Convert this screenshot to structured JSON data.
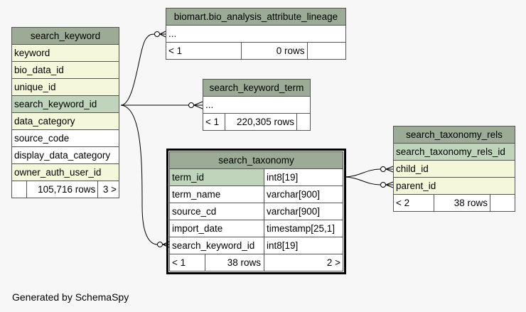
{
  "search_keyword": {
    "title": "search_keyword",
    "columns": [
      "keyword",
      "bio_data_id",
      "unique_id",
      "search_keyword_id",
      "data_category",
      "source_code",
      "display_data_category",
      "owner_auth_user_id"
    ],
    "footer": {
      "left": "",
      "rows": "105,716 rows",
      "right": "3 >"
    }
  },
  "lineage": {
    "title": "biomart.bio_analysis_attribute_lineage",
    "columns": [
      "..."
    ],
    "footer": {
      "left": "< 1",
      "rows": "0 rows",
      "right": ""
    }
  },
  "keyword_term": {
    "title": "search_keyword_term",
    "columns": [
      "..."
    ],
    "footer": {
      "left": "< 1",
      "rows": "220,305 rows",
      "right": ""
    }
  },
  "taxonomy_rels": {
    "title": "search_taxonomy_rels",
    "columns": [
      "search_taxonomy_rels_id",
      "child_id",
      "parent_id"
    ],
    "footer": {
      "left": "< 2",
      "rows": "38 rows",
      "right": ""
    }
  },
  "taxonomy": {
    "title": "search_taxonomy",
    "columns": [
      {
        "name": "term_id",
        "type": "int8[19]"
      },
      {
        "name": "term_name",
        "type": "varchar[900]"
      },
      {
        "name": "source_cd",
        "type": "varchar[900]"
      },
      {
        "name": "import_date",
        "type": "timestamp[25,1]"
      },
      {
        "name": "search_keyword_id",
        "type": "int8[19]"
      }
    ],
    "footer": {
      "left": "< 1",
      "rows": "38 rows",
      "right": "2 >"
    }
  },
  "footer_text": "Generated by SchemaSpy"
}
